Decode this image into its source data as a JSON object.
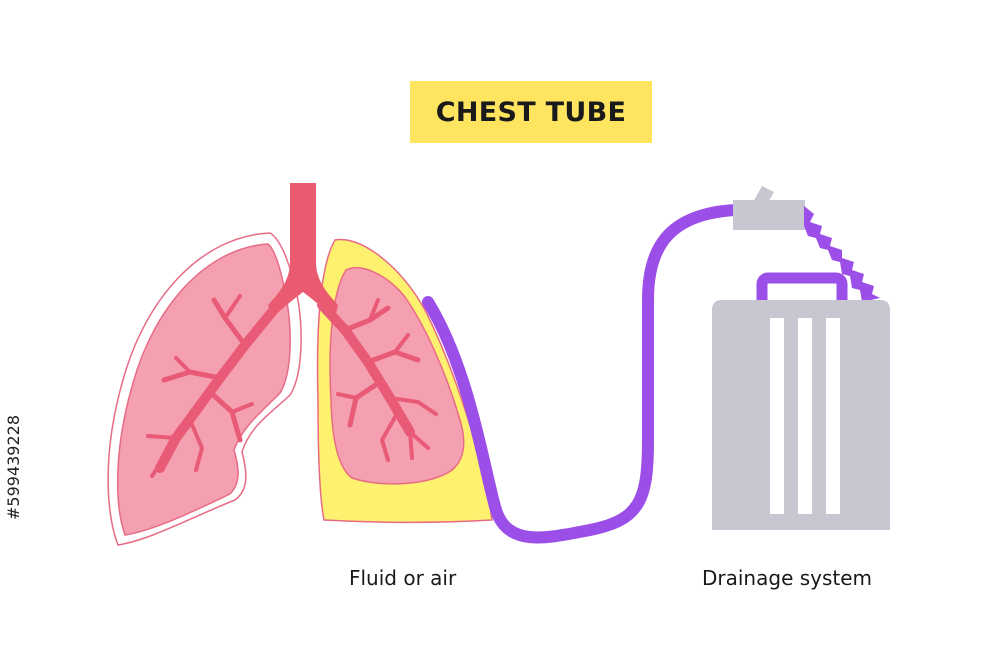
{
  "title": "CHEST TUBE",
  "labels": {
    "fluid": "Fluid or air",
    "drainage": "Drainage system"
  },
  "side_id": "#599439228",
  "icons": [
    "lungs-illustration",
    "drainage-container-illustration",
    "chest-tube-icon"
  ],
  "colors": {
    "title_bg": "#ffe45f",
    "lung": "#f4a0b0",
    "lung_dark": "#e85a76",
    "trachea": "#ea5a70",
    "fluid": "#fff170",
    "tube": "#9b4fe8",
    "container": "#c6c7d0"
  }
}
